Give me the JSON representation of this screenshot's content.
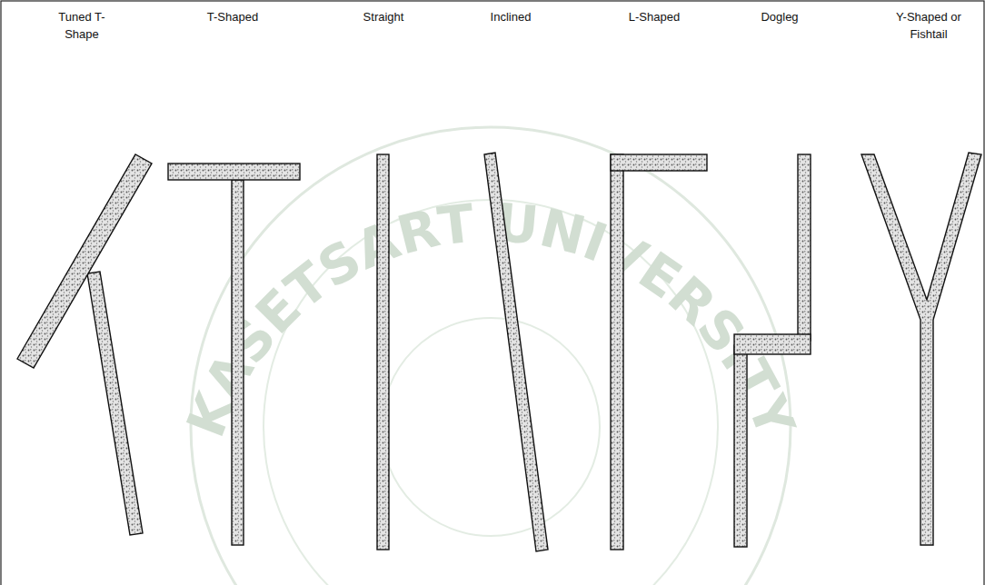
{
  "diagram": {
    "labels": [
      "Tuned T-Shape",
      "T-Shaped",
      "Straight",
      "Inclined",
      "L-Shaped",
      "Dogleg",
      "Y-Shaped or Fishtail",
      "KASETSART UNIVERSITY"
    ]
  }
}
